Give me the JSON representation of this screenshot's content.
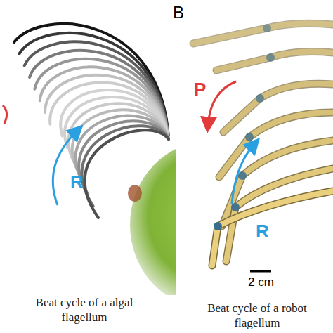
{
  "diagram": {
    "labels": [
      "R",
      "B",
      "P",
      "R",
      "2 cm",
      "Beat cycle of a algal flagellum",
      "Beat cycle of a robot flagellum"
    ]
  }
}
